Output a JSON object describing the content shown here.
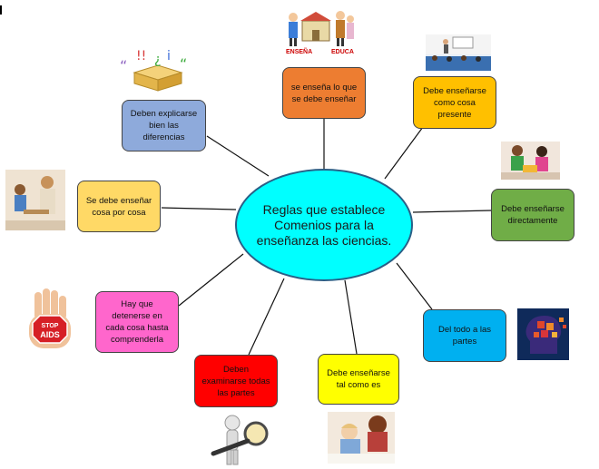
{
  "center": {
    "text": "Reglas que establece Comenios para la enseñanza las ciencias."
  },
  "nodes": [
    {
      "id": "top",
      "text": "se enseña lo que se debe enseñar",
      "color": "#ed7d31"
    },
    {
      "id": "top-right",
      "text": "Debe enseñarse como cosa presente",
      "color": "#ffc000"
    },
    {
      "id": "right",
      "text": "Debe enseñarse directamente",
      "color": "#70ad47"
    },
    {
      "id": "bottom-right",
      "text": "Del todo a las partes",
      "color": "#00b0f0"
    },
    {
      "id": "bottom",
      "text": "Debe enseñarse tal como es",
      "color": "#ffff00"
    },
    {
      "id": "bottom-left",
      "text": "Deben examinarse todas las partes",
      "color": "#ff0000"
    },
    {
      "id": "left-lower",
      "text": "Hay que detenerse en cada cosa hasta comprenderla",
      "color": "#ff66cc"
    },
    {
      "id": "left",
      "text": "Se debe enseñar cosa por cosa",
      "color": "#ffd966"
    },
    {
      "id": "top-left",
      "text": "Deben explicarse bien las diferencias",
      "color": "#8eaadb"
    }
  ],
  "images": {
    "teach_educate": {
      "label_left": "ENSEÑA",
      "label_right": "EDUCA"
    },
    "stop_aids": {
      "line1": "STOP",
      "line2": "AIDS"
    }
  }
}
